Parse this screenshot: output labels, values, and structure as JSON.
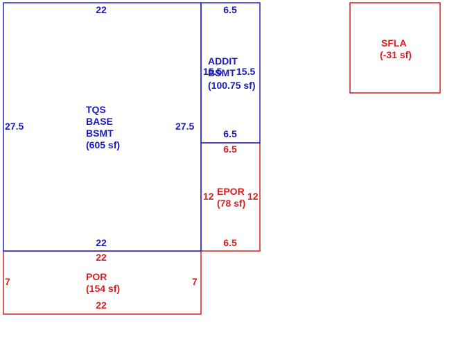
{
  "areas": {
    "tqs_base_bsmt": {
      "name_line1": "TQS",
      "name_line2": "BASE",
      "name_line3": "BSMT",
      "area": "(605 sf)",
      "dim_top": "22",
      "dim_bottom": "22",
      "dim_left": "27.5",
      "dim_right": "27.5",
      "color": "#1a1ab8"
    },
    "addit_bsmt": {
      "name_line1": "ADDIT",
      "name_line2": "BSMT",
      "area": "(100.75 sf)",
      "dim_top": "6.5",
      "dim_bottom": "6.5",
      "dim_left": "15.5",
      "dim_right": "15.5",
      "color": "#1a1ab8"
    },
    "epor": {
      "name": "EPOR",
      "area": "(78 sf)",
      "dim_top": "6.5",
      "dim_bottom": "6.5",
      "dim_left": "12",
      "dim_right": "12",
      "color": "#d42020"
    },
    "por": {
      "name": "POR",
      "area": "(154 sf)",
      "dim_top": "22",
      "dim_bottom": "22",
      "dim_left": "7",
      "dim_right": "7",
      "color": "#d42020"
    },
    "sfla": {
      "name": "SFLA",
      "area": "(-31 sf)",
      "color": "#d42020"
    }
  }
}
